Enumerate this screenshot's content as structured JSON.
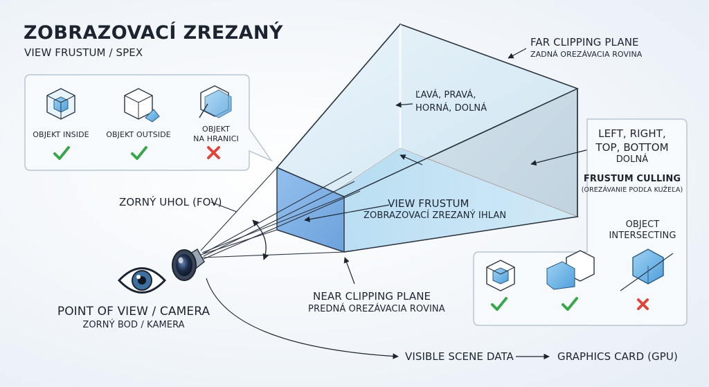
{
  "title": "ZOBRAZOVACÍ ZREZANÝ",
  "subtitle": "VIEW FRUSTUM / SPEX",
  "far_plane": {
    "label": "FAR CLIPPING PLANE",
    "sublabel": "ZADNÁ OREZÁVACIA ROVINA"
  },
  "sides_sk": {
    "line1": "ĽAVÁ, PRAVÁ,",
    "line2": "HORNÁ, DOLNÁ"
  },
  "sides_en": {
    "line1": "LEFT, RIGHT,",
    "line2": "TOP, BOTTOM",
    "line3": "DOLNÁ"
  },
  "culling": {
    "label": "FRUSTUM CULLING",
    "sublabel": "(OREZÁVANIE PODĽA KUŽEĽA)"
  },
  "frustum": {
    "label": "VIEW FRUSTUM",
    "sublabel": "ZOBRAZOVACÍ ZREZANÝ IHLAN"
  },
  "fov": {
    "label": "ZORNÝ UHOL (FOV)"
  },
  "near_plane": {
    "label": "NEAR CLIPPING PLANE",
    "sublabel": "PREDNÁ OREZÁVACIA ROVINA"
  },
  "camera": {
    "label": "POINT OF VIEW / CAMERA",
    "sublabel": "ZORNÝ BOD / KAMERA"
  },
  "pipeline": {
    "step1": "VISIBLE SCENE DATA",
    "step2": "GRAPHICS CARD (GPU)"
  },
  "legend_left": [
    {
      "line1": "OBJEKT INSIDE",
      "line2": "",
      "status": "check"
    },
    {
      "line1": "OBJEKT OUTSIDE",
      "line2": "",
      "status": "check"
    },
    {
      "line1": "OBJEKT",
      "line2": "NA HRANICI",
      "status": "cross"
    }
  ],
  "legend_right": {
    "line1": "OBJECT",
    "line2": "INTERSECTING",
    "statuses": [
      "check",
      "check",
      "cross"
    ]
  },
  "colors": {
    "check": "#3aa64a",
    "cross": "#e0453a",
    "frustum_fill": "#bfe0f2",
    "near_plane": "#7fb0e6",
    "outline": "#2a3440"
  }
}
